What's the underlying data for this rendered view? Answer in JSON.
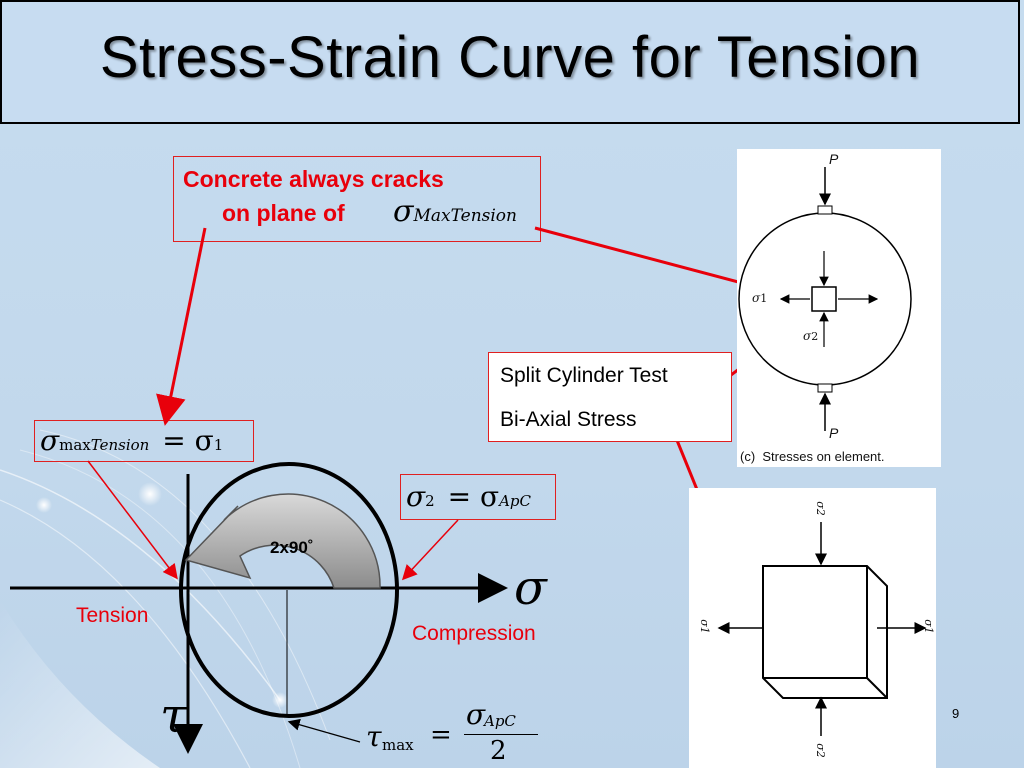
{
  "slide": {
    "title": "Stress-Strain Curve for Tension",
    "page_number": "9"
  },
  "callouts": {
    "concrete_line1": "Concrete always cracks",
    "concrete_line2": "on plane of",
    "split_line1": "Split Cylinder Test",
    "split_line2": "Bi-Axial Stress"
  },
  "mohr": {
    "angle_label": "2x90˚",
    "tension_label": "Tension",
    "compression_label": "Compression",
    "sigma_axis": "σ",
    "tau_axis": "τ"
  },
  "equations": {
    "eq_plane": {
      "sym": "σ",
      "sub": "MaxTension"
    },
    "eq_max_tension": {
      "lhs": "σ",
      "lhs_sub1": "max",
      "lhs_sub2": "Tension",
      "rhs": "= σ",
      "rhs_sub": "1"
    },
    "eq_sigma2": {
      "lhs": "σ",
      "lhs_sub": "2",
      "rhs": "= σ",
      "rhs_sub": "ApC"
    },
    "eq_tau": {
      "lhs": "τ",
      "lhs_sub": "max",
      "eq": "=",
      "num": "σ",
      "num_sub": "ApC",
      "den": "2"
    }
  },
  "figure_c": {
    "load_top": "P",
    "load_bottom": "P",
    "sigma1": "σ",
    "sigma1_sub": "1",
    "sigma2": "σ",
    "sigma2_sub": "2",
    "caption": "(c)  Stresses on element."
  },
  "figure_cube": {
    "top": "σ2",
    "bottom": "σ2",
    "left": "σ1",
    "right": "σ1"
  },
  "colors": {
    "accent_red": "#e8000b",
    "background": "#c6dcef"
  }
}
